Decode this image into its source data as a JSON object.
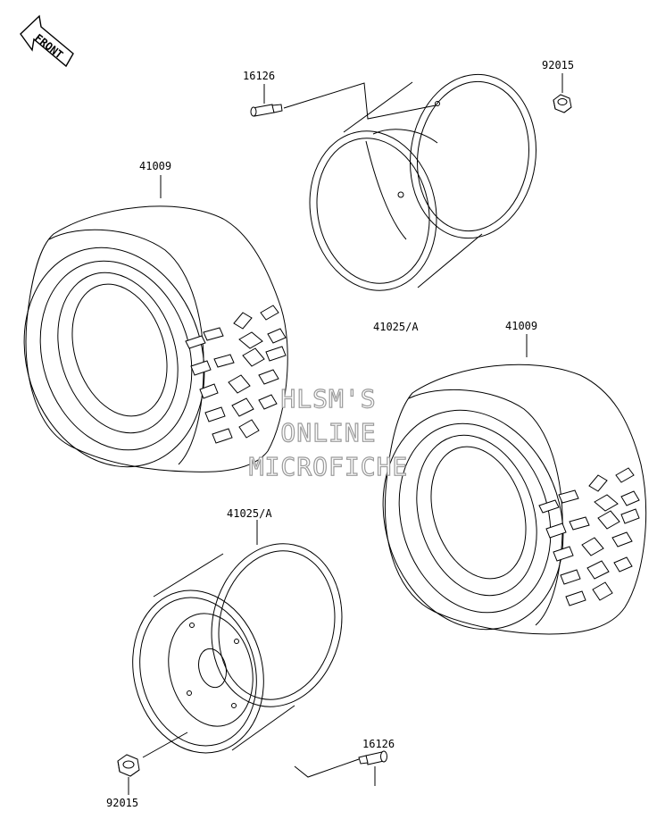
{
  "arrow": {
    "text": "FRONT"
  },
  "callouts": {
    "valve_top": "16126",
    "nut_top": "92015",
    "tire_left": "41009",
    "rim_top": "41025/A",
    "tire_right": "41009",
    "rim_bottom": "41025/A",
    "valve_bottom": "16126",
    "nut_bottom": "92015"
  },
  "watermark": {
    "line1": "HLSM'S",
    "line2": "ONLINE",
    "line3": "MICROFICHE"
  }
}
